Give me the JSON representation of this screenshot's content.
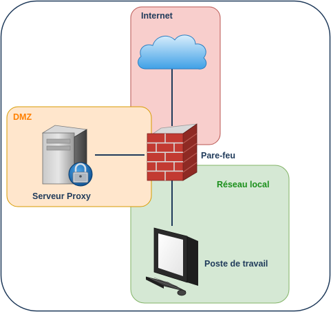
{
  "zones": {
    "internet": {
      "label": "Internet",
      "fill": "#f8cecc",
      "stroke": "#b85450",
      "label_color": "#1f3a5a"
    },
    "dmz": {
      "label": "DMZ",
      "fill": "#ffe6cc",
      "stroke": "#d79b00",
      "label_color": "#ff8000"
    },
    "local": {
      "label": "Réseau local",
      "fill": "#d5e8d4",
      "stroke": "#82b366",
      "label_color": "#1a8f1a"
    }
  },
  "nodes": {
    "firewall": {
      "label": "Pare-feu",
      "icon": "brick-firewall-icon"
    },
    "proxy": {
      "label": "Serveur Proxy",
      "icon": "server-lock-icon"
    },
    "workstation": {
      "label": "Poste de travail",
      "icon": "desktop-computer-icon"
    },
    "cloud": {
      "icon": "cloud-icon"
    }
  },
  "colors": {
    "outer_border": "#1f3a5a",
    "link": "#1f3a5a",
    "node_label": "#1f3a5a"
  }
}
